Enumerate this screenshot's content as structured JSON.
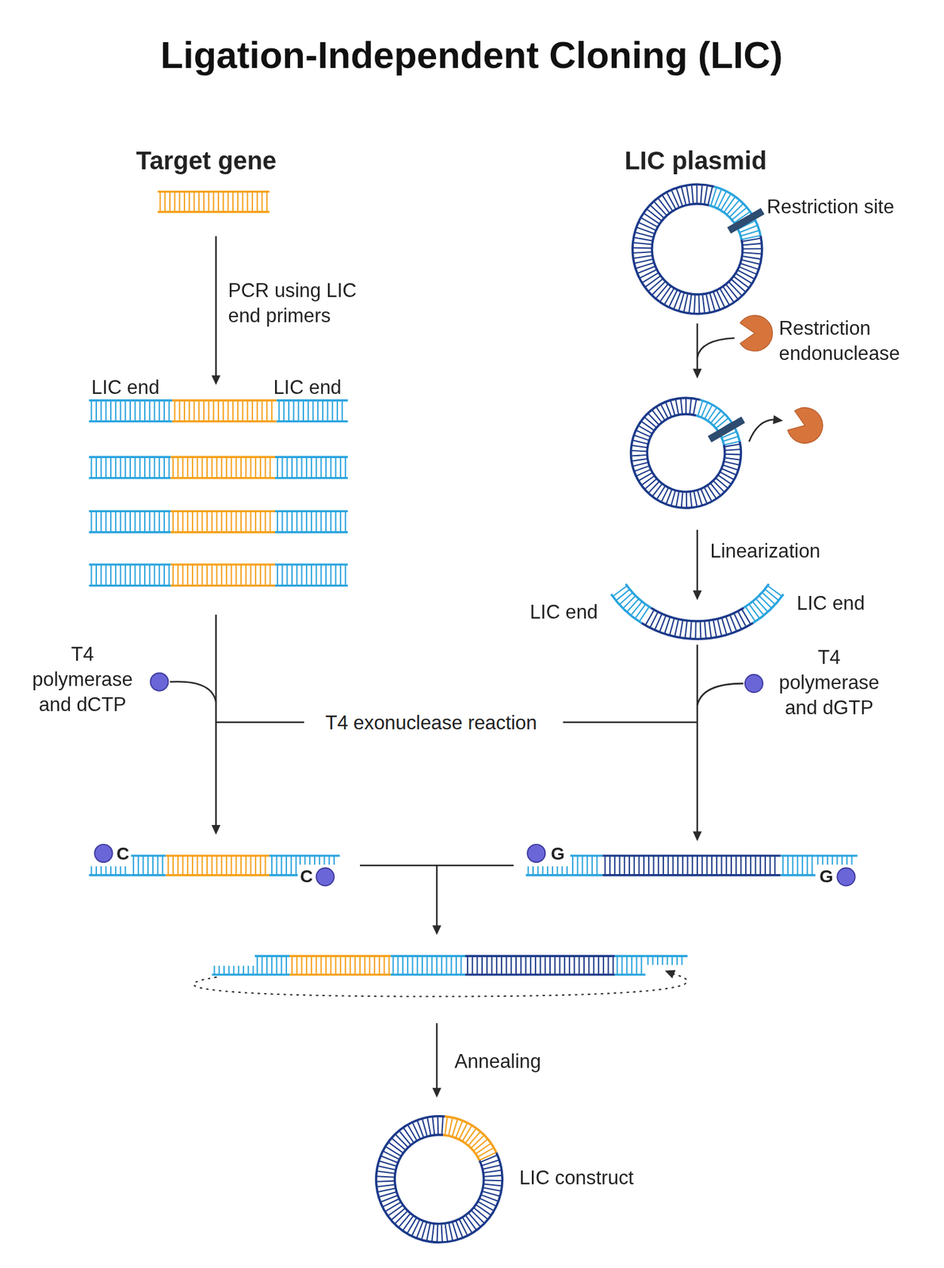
{
  "diagram": {
    "title": "Ligation-Independent Cloning (LIC)",
    "labels": [
      "Target gene",
      "LIC plasmid",
      "Restriction site",
      "PCR using LIC end primers",
      "Restriction endonuclease",
      "LIC end",
      "LIC end",
      "Linearization",
      "LIC end",
      "LIC end",
      "T4 polymerase and dCTP",
      "T4 polymerase and dGTP",
      "T4 exonuclease reaction",
      "C",
      "C",
      "G",
      "G",
      "Annealing",
      "LIC construct"
    ]
  }
}
